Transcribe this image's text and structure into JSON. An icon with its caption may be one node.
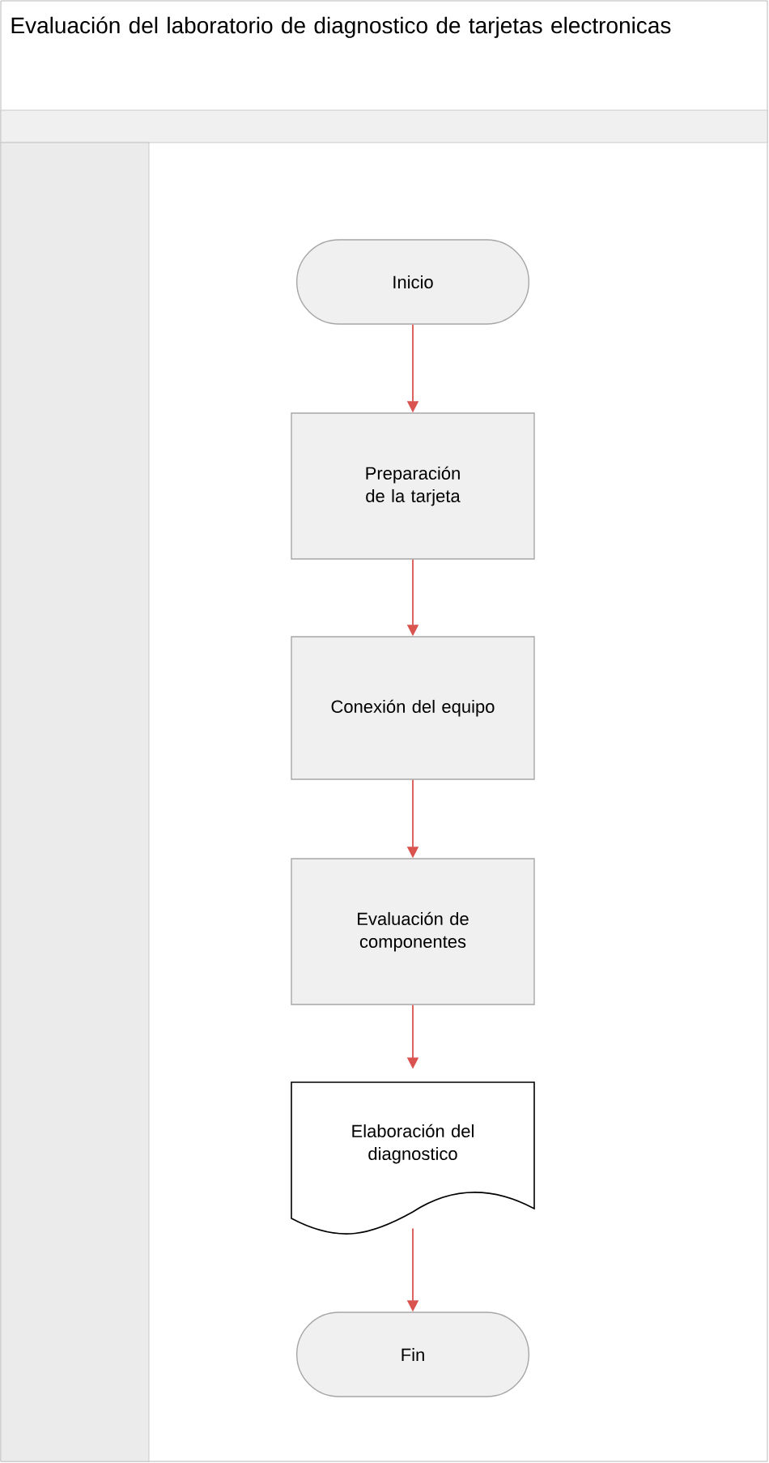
{
  "diagram": {
    "title": "Evaluación del laboratorio de diagnostico de tarjetas electronicas",
    "nodes": [
      {
        "text": [
          "Inicio"
        ]
      },
      {
        "text": [
          "Preparación de la tarjeta"
        ]
      },
      {
        "text": [
          "Conexión del equipo"
        ]
      },
      {
        "text": [
          "Evaluación de componentes"
        ]
      },
      {
        "text": [
          "Elaboración del diagnostico"
        ]
      },
      {
        "text": [
          "Fin"
        ]
      }
    ],
    "edges": [
      {
        "from": 0,
        "to": 1,
        "arrow": "to"
      },
      {
        "from": 1,
        "to": 2,
        "arrow": "to"
      },
      {
        "from": 2,
        "to": 3,
        "arrow": "to"
      },
      {
        "from": 3,
        "to": 4,
        "arrow": "to"
      },
      {
        "from": 4,
        "to": 5,
        "arrow": "to"
      }
    ]
  }
}
